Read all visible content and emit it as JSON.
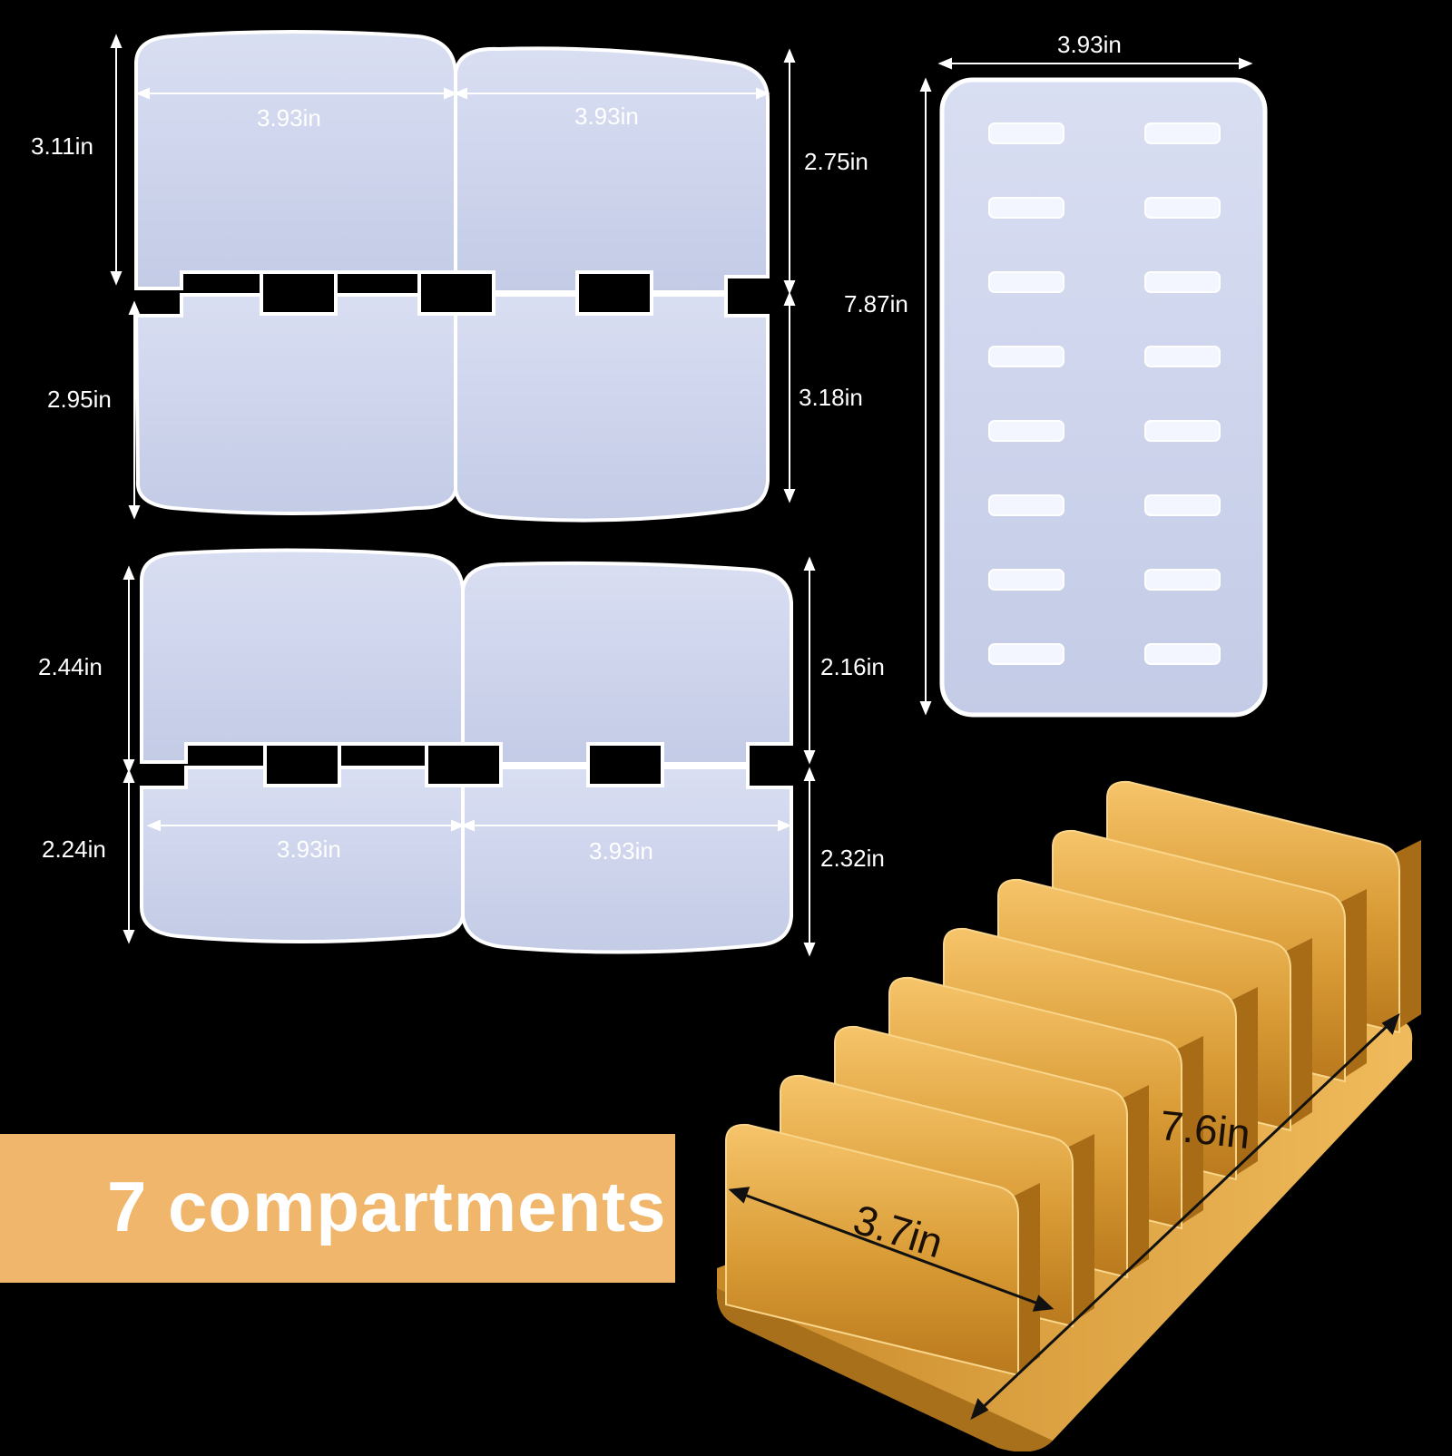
{
  "photo": {
    "mold_top_pair": {
      "widths": [
        "3.93in",
        "3.93in"
      ],
      "heights": [
        "3.11in",
        "2.95in",
        "2.75in",
        "3.18in"
      ]
    },
    "mold_bottom_pair": {
      "widths": [
        "3.93in",
        "3.93in"
      ],
      "heights": [
        "2.44in",
        "2.24in",
        "2.16in",
        "2.32in"
      ]
    },
    "base_mold": {
      "width": "3.93in",
      "height": "7.87in"
    },
    "organizer": {
      "depth": "3.7in",
      "length": "7.6in"
    },
    "banner_text": "7 compartments",
    "colors": {
      "background": "#000000",
      "silicone": "#cfd6ee",
      "gold": "#e2a43c",
      "banner": "#f0b66b"
    }
  }
}
